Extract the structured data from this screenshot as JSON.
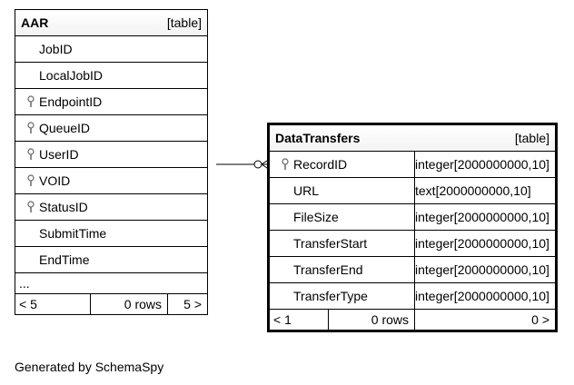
{
  "aar": {
    "name": "AAR",
    "kind": "[table]",
    "columns": [
      {
        "name": "JobID",
        "key": false
      },
      {
        "name": "LocalJobID",
        "key": false
      },
      {
        "name": "EndpointID",
        "key": true
      },
      {
        "name": "QueueID",
        "key": true
      },
      {
        "name": "UserID",
        "key": true
      },
      {
        "name": "VOID",
        "key": true
      },
      {
        "name": "StatusID",
        "key": true
      },
      {
        "name": "SubmitTime",
        "key": false
      },
      {
        "name": "EndTime",
        "key": false
      }
    ],
    "more": "...",
    "footer": {
      "parents": "< 5",
      "rows": "0 rows",
      "children": "5 >"
    }
  },
  "datatransfers": {
    "name": "DataTransfers",
    "kind": "[table]",
    "columns": [
      {
        "name": "RecordID",
        "type": "integer[2000000000,10]",
        "key": true
      },
      {
        "name": "URL",
        "type": "text[2000000000,10]",
        "key": false
      },
      {
        "name": "FileSize",
        "type": "integer[2000000000,10]",
        "key": false
      },
      {
        "name": "TransferStart",
        "type": "integer[2000000000,10]",
        "key": false
      },
      {
        "name": "TransferEnd",
        "type": "integer[2000000000,10]",
        "key": false
      },
      {
        "name": "TransferType",
        "type": "integer[2000000000,10]",
        "key": false
      }
    ],
    "footer": {
      "parents": "< 1",
      "rows": "0 rows",
      "children": "0 >"
    }
  },
  "credit": "Generated by SchemaSpy"
}
